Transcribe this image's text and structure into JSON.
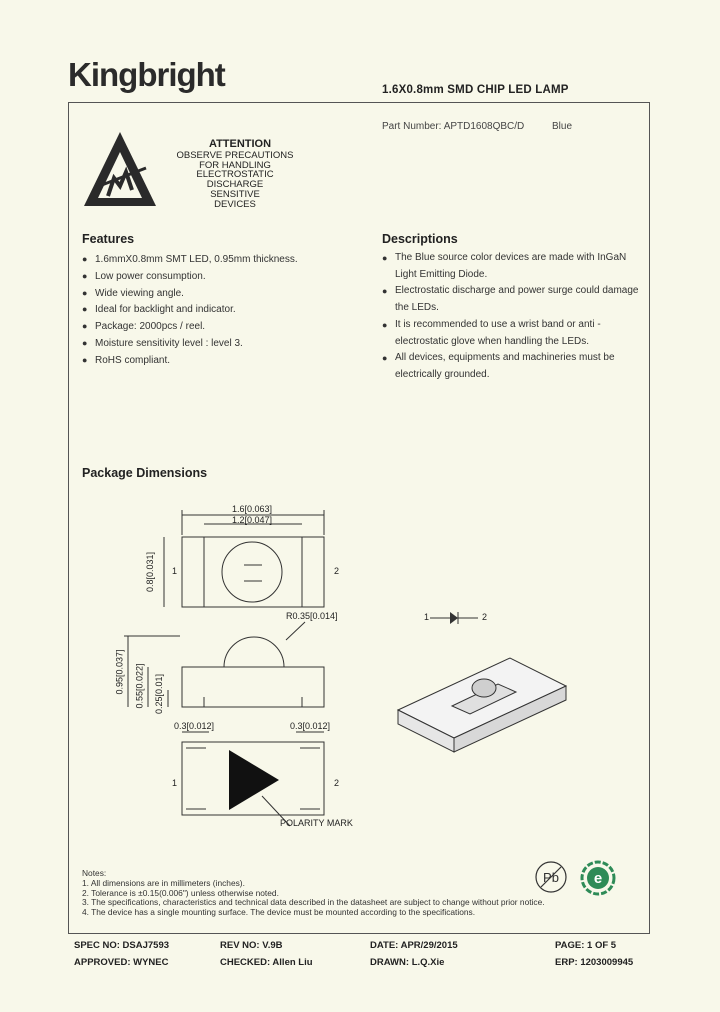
{
  "brand": "Kingbright",
  "doc_title": "1.6X0.8mm SMD CHIP LED LAMP",
  "part": {
    "label": "Part Number: APTD1608QBC/D",
    "color": "Blue"
  },
  "attention": {
    "title": "ATTENTION",
    "lines": [
      "OBSERVE PRECAUTIONS",
      "FOR HANDLING",
      "ELECTROSTATIC",
      "DISCHARGE",
      "SENSITIVE",
      "DEVICES"
    ]
  },
  "features": {
    "heading": "Features",
    "items": [
      "1.6mmX0.8mm SMT LED, 0.95mm thickness.",
      "Low power consumption.",
      "Wide viewing angle.",
      "Ideal for backlight and indicator.",
      "Package: 2000pcs / reel.",
      "Moisture sensitivity level : level 3.",
      "RoHS compliant."
    ]
  },
  "descriptions": {
    "heading": "Descriptions",
    "items": [
      "The Blue source color devices are made with InGaN Light Emitting Diode.",
      "Electrostatic discharge and power surge could damage the LEDs.",
      "It is recommended to use a wrist band or anti - electrostatic glove when handling the LEDs.",
      "All devices, equipments and machineries must be electrically grounded."
    ]
  },
  "package_heading": "Package Dimensions",
  "dims": {
    "top_overall": "1.6[0.063]",
    "top_inner": "1.2[0.047]",
    "side_height": "0.8[0.031]",
    "pin1": "1",
    "pin2": "2",
    "radius": "R0.35[0.014]",
    "h_total": "0.95[0.037]",
    "h_body": "0.55[0.022]",
    "h_pad": "0.25[0.01]",
    "pad_left": "0.3[0.012]",
    "pad_right": "0.3[0.012]",
    "polarity": "POLARITY MARK",
    "schematic_left": "1",
    "schematic_right": "2"
  },
  "notes": {
    "title": "Notes:",
    "lines": [
      "1. All dimensions are in millimeters (inches).",
      "2. Tolerance is ±0.15(0.006\") unless otherwise noted.",
      "3. The specifications, characteristics and technical data described in the datasheet are subject to change without prior notice.",
      "4. The device has a single mounting surface. The device must be mounted according to the specifications."
    ]
  },
  "logos": {
    "pb_free": "Pb",
    "e_mark": "e"
  },
  "footer": {
    "spec_no": "SPEC NO: DSAJ7593",
    "rev_no": "REV NO: V.9B",
    "date": "DATE: APR/29/2015",
    "page": "PAGE:  1  OF  5",
    "approved": "APPROVED: WYNEC",
    "checked": "CHECKED: Allen Liu",
    "drawn": "DRAWN: L.Q.Xie",
    "erp": "ERP: 1203009945"
  },
  "colors": {
    "background": "#f8f8ea",
    "ink": "#222222",
    "eco_green": "#2e8b57"
  }
}
